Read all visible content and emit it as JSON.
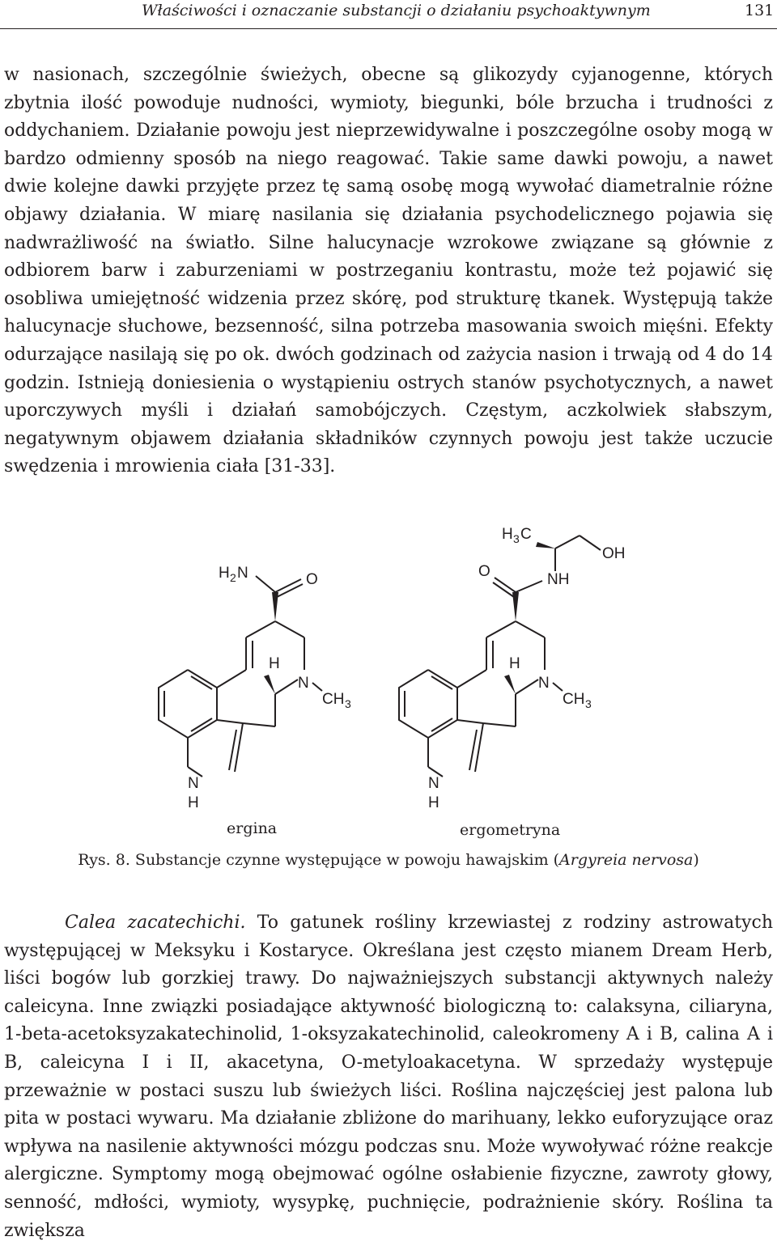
{
  "header": {
    "title": "Właściwości i oznaczanie substancji o działaniu psychoaktywnym",
    "page_number": "131"
  },
  "paragraphs": {
    "top": "w nasionach, szczególnie świeżych, obecne są glikozydy cyjanogenne, których zbytnia ilość powoduje nudności, wymioty, biegunki, bóle brzucha i trudności z oddychaniem. Działanie powoju jest nieprzewidywalne i poszczególne osoby mogą w bardzo odmienny sposób na niego reagować. Takie same dawki powoju, a nawet dwie kolejne dawki przyjęte przez tę samą osobę mogą wywołać diametralnie różne objawy działania. W miarę nasilania się działania psychodelicznego pojawia się nadwrażliwość na światło. Silne halucynacje wzrokowe związane są głównie z odbiorem barw i zaburzeniami w postrzeganiu kontrastu, może też pojawić się osobliwa umiejętność widzenia przez skórę, pod strukturę tkanek. Występują także halucynacje słuchowe, bezsenność, silna potrzeba masowania swoich mięśni. Efekty odurzające nasilają się po ok. dwóch godzinach od zażycia nasion i trwają od 4 do 14 godzin. Istnieją doniesienia o wystąpieniu ostrych stanów psychotycznych, a nawet uporczywych myśli i działań samobójczych. Częstym, aczkolwiek słabszym, negatywnym objawem działania składników czynnych powoju jest także uczucie swędzenia i mrowienia ciała [31-33].",
    "bottom_species": "Calea zacatechichi.",
    "bottom": " To gatunek rośliny krzewiastej z rodziny astrowatych występującej w Meksyku i Kostaryce. Określana jest często mianem Dream Herb, liści bogów lub gorzkiej trawy. Do najważniejszych substancji aktywnych należy caleicyna. Inne związki posiadające aktywność biologiczną to: calaksyna, ciliaryna, 1-beta-acetoksyzakatechinolid, 1-oksyzakatechinolid, caleokromeny A i B, calina A i B, caleicyna I i II, akacetyna, O-metyloakacetyna. W sprzedaży występuje przeważnie w postaci suszu lub świeżych liści. Roślina najczęściej jest palona lub pita w postaci wywaru. Ma działanie zbliżone do marihuany, lekko euforyzujące oraz wpływa na nasilenie aktywności mózgu podczas snu. Może wywoływać różne reakcje alergiczne. Symptomy mogą obejmować ogólne osłabienie fizyczne, zawroty głowy, senność, mdłości, wymioty, wysypkę, puchnięcie, podrażnienie skóry. Roślina ta zwiększa"
  },
  "figure": {
    "caption_prefix": "Rys. 8. Substancje czynne występujące w powoju hawajskim (",
    "caption_italic": "Argyreia nervosa",
    "caption_suffix": ")",
    "molecules": {
      "ergina": {
        "name": "ergina",
        "atoms": {
          "h2": "H",
          "sub2": "2",
          "n_amide": "N",
          "o": "O",
          "h_stereo": "H",
          "n_ring": "N",
          "ch": "CH",
          "sub3": "3",
          "n_indole": "N",
          "h_indole": "H"
        }
      },
      "ergometryna": {
        "name": "ergometryna",
        "atoms": {
          "h3": "H",
          "sub3a": "3",
          "c": "C",
          "oh": "OH",
          "o": "O",
          "nh": "NH",
          "h_stereo": "H",
          "n_ring": "N",
          "ch": "CH",
          "sub3": "3",
          "n_indole": "N",
          "h_indole": "H"
        }
      }
    }
  }
}
